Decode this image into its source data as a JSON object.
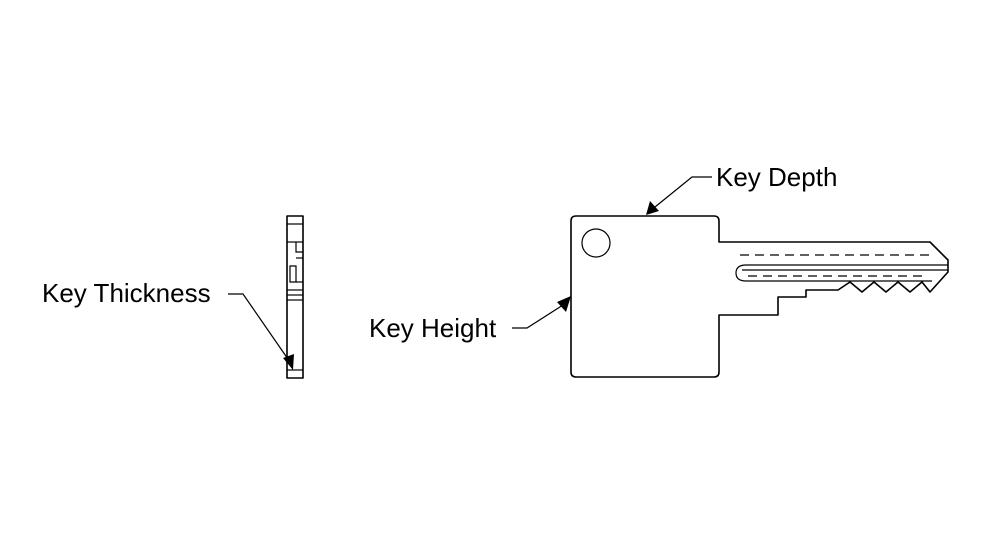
{
  "diagram": {
    "labels": {
      "key_depth": "Key Depth",
      "key_height": "Key Height",
      "key_thickness": "Key Thickness"
    },
    "colors": {
      "background": "#ffffff",
      "line": "#000000"
    }
  }
}
